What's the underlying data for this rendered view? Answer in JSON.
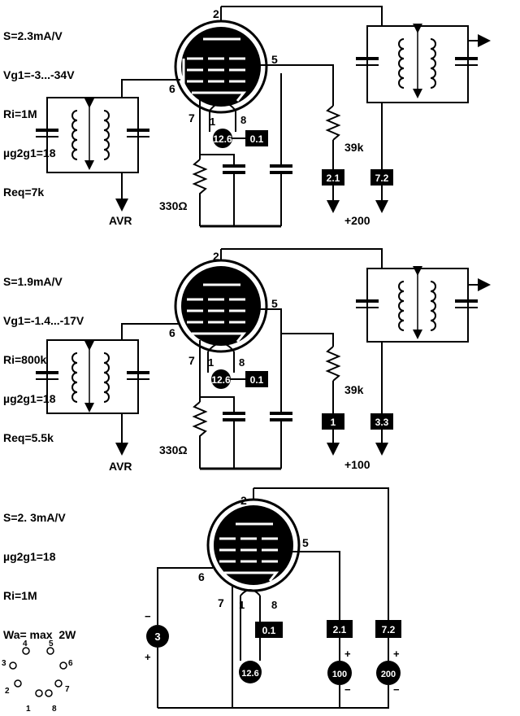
{
  "circuit_top": {
    "specs": [
      "S=2.3mA/V",
      "Vg1=-3...-34V",
      "Ri=1M",
      "µg2g1=18",
      "Req=7k"
    ],
    "pins": {
      "p2": "2",
      "p5": "5",
      "p6": "6",
      "p7": "7",
      "p1": "1",
      "p8": "8"
    },
    "heater_voltage": "12.6",
    "heater_current": "0.1",
    "screen_resistor": "39k",
    "cathode_resistor": "330Ω",
    "screen_current": "2.1",
    "anode_current": "7.2",
    "supply": "+200",
    "agc_label": "AVR"
  },
  "circuit_middle": {
    "specs": [
      "S=1.9mA/V",
      "Vg1=-1.4...-17V",
      "Ri=800k",
      "µg2g1=18",
      "Req=5.5k"
    ],
    "pins": {
      "p2": "2",
      "p5": "5",
      "p6": "6",
      "p7": "7",
      "p1": "1",
      "p8": "8"
    },
    "heater_voltage": "12.6",
    "heater_current": "0.1",
    "screen_resistor": "39k",
    "cathode_resistor": "330Ω",
    "screen_current": "1",
    "anode_current": "3.3",
    "supply": "+100",
    "agc_label": "AVR"
  },
  "circuit_bottom": {
    "specs": [
      "S=2. 3mA/V",
      "µg2g1=18",
      "Ri=1M",
      "Wa= max  2W"
    ],
    "pins": {
      "p2": "2",
      "p5": "5",
      "p6": "6",
      "p7": "7",
      "p1": "1",
      "p8": "8"
    },
    "grid_bias": "3",
    "heater_current": "0.1",
    "screen_current": "2.1",
    "anode_current": "7.2",
    "heater_voltage": "12.6",
    "screen_voltage": "100",
    "anode_voltage": "200",
    "plus": "+",
    "minus": "−"
  },
  "socket": {
    "pins": [
      "1",
      "2",
      "3",
      "4",
      "5",
      "6",
      "7",
      "8"
    ]
  }
}
